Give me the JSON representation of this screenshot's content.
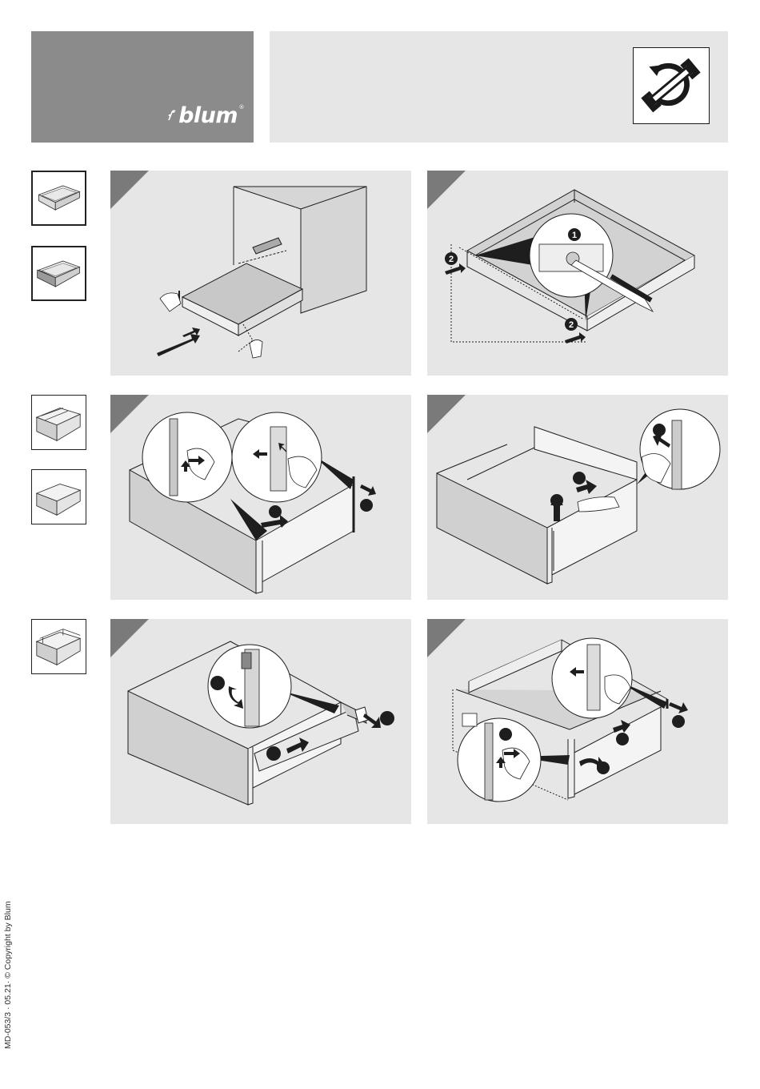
{
  "header": {
    "brand": "blum",
    "tool_icon": "wrench-rotate-icon"
  },
  "thumbnails": [
    {
      "icon": "drawer-box-thumbnail-icon",
      "active": true
    },
    {
      "icon": "drawer-front-gray-thumbnail-icon",
      "active": true
    },
    {
      "icon": "drawer-rails-thumbnail-icon",
      "active": false
    },
    {
      "icon": "drawer-gallery-thumbnail-icon",
      "active": false
    },
    {
      "icon": "drawer-box-rails-thumbnail-icon",
      "active": false
    }
  ],
  "panels": [
    {
      "name": "step-remove-drawer",
      "callouts": []
    },
    {
      "name": "step-unscrew-front",
      "callouts": [
        "1",
        "2",
        "2"
      ]
    },
    {
      "name": "step-release-front",
      "callouts": [
        "",
        ""
      ]
    },
    {
      "name": "step-remove-inner-side",
      "callouts": [
        "",
        "",
        ""
      ]
    },
    {
      "name": "step-remove-gallery",
      "callouts": [
        "",
        "",
        ""
      ]
    },
    {
      "name": "step-remove-rail",
      "callouts": [
        "",
        "",
        "",
        ""
      ]
    }
  ],
  "colors": {
    "header_gray": "#8b8b8b",
    "panel_gray": "#e6e6e6",
    "corner_gray": "#7a7a7a",
    "line": "#1e1e1e"
  },
  "footer": {
    "text": "MD-053/3 · 05.21· © Copyright by Blum"
  }
}
